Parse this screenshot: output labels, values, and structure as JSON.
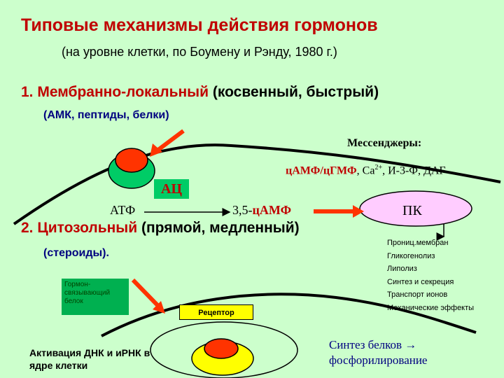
{
  "title": "Типовые механизмы действия гормонов",
  "subtitle": "(на уровне клетки, по Боумену и Рэнду, 1980 г.)",
  "mech1": {
    "name": "1. Мембранно-локальный",
    "desc": "(косвенный, быстрый)",
    "examples": "(АМК, пептиды, белки)"
  },
  "messengers": {
    "title": "Мессенджеры:",
    "primary": "цАМФ/цГМФ",
    "rest": ", Са",
    "sup": "2+",
    "tail": ", И-3-Ф, ДАГ"
  },
  "ac_label": "АЦ",
  "atf_label": "АТФ",
  "camp_prefix": "3,5-",
  "camp_main": "цАМФ",
  "mech2": {
    "name": "2. Цитозольный",
    "desc": "(прямой, медленный)",
    "examples": "(стероиды)."
  },
  "pk_label": "ПК",
  "effects": [
    "Прониц.мембран",
    "Гликогенолиз",
    "Липолиз",
    "Синтез и секреция",
    "Транспорт ионов",
    "Механические эффекты"
  ],
  "binding_protein": "Гормон-связывающий белок",
  "receptor": "Рецептор",
  "dna_activation": "Активация ДНК и иРНК в ядре клетки",
  "synthesis": "Синтез белков → фосфорилирование",
  "colors": {
    "background": "#ccffcc",
    "accent_red": "#c00000",
    "text_blue": "#000080",
    "receptor_green": "#00cc66",
    "hormone_red": "#ff3300",
    "pk_pink": "#ffccff",
    "yellow": "#ffff00"
  }
}
